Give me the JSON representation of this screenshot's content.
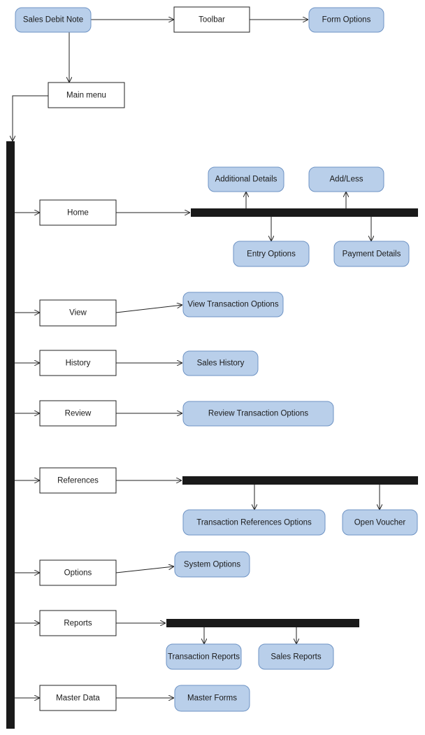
{
  "nodes": {
    "sales_debit_note": "Sales Debit Note",
    "toolbar": "Toolbar",
    "form_options": "Form Options",
    "main_menu": "Main menu",
    "home": "Home",
    "additional_details": "Additional Details",
    "add_less": "Add/Less",
    "entry_options": "Entry Options",
    "payment_details": "Payment Details",
    "view": "View",
    "view_transaction_options": "View Transaction Options",
    "history": "History",
    "sales_history": "Sales History",
    "review": "Review",
    "review_transaction_options": "Review Transaction Options",
    "references": "References",
    "transaction_references_options": "Transaction References Options",
    "open_voucher": "Open Voucher",
    "options": "Options",
    "system_options": "System Options",
    "reports": "Reports",
    "transaction_reports": "Transaction Reports",
    "sales_reports": "Sales Reports",
    "master_data": "Master Data",
    "master_forms": "Master Forms"
  },
  "colors": {
    "rounded_fill": "#b9cfea",
    "rounded_stroke": "#6e93c4",
    "bar": "#1a1a1a"
  }
}
